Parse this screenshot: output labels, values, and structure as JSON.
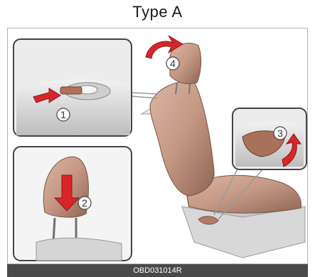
{
  "title": "Type A",
  "caption_code": "OBD031014R",
  "callouts": [
    "1",
    "2",
    "3",
    "4"
  ],
  "colors": {
    "seat": "#c9a08c",
    "seat_dark": "#9c6f5d",
    "arrow": "#d7262b",
    "panel": "#e7e7e7",
    "caption_bg": "#4a4a4a"
  }
}
